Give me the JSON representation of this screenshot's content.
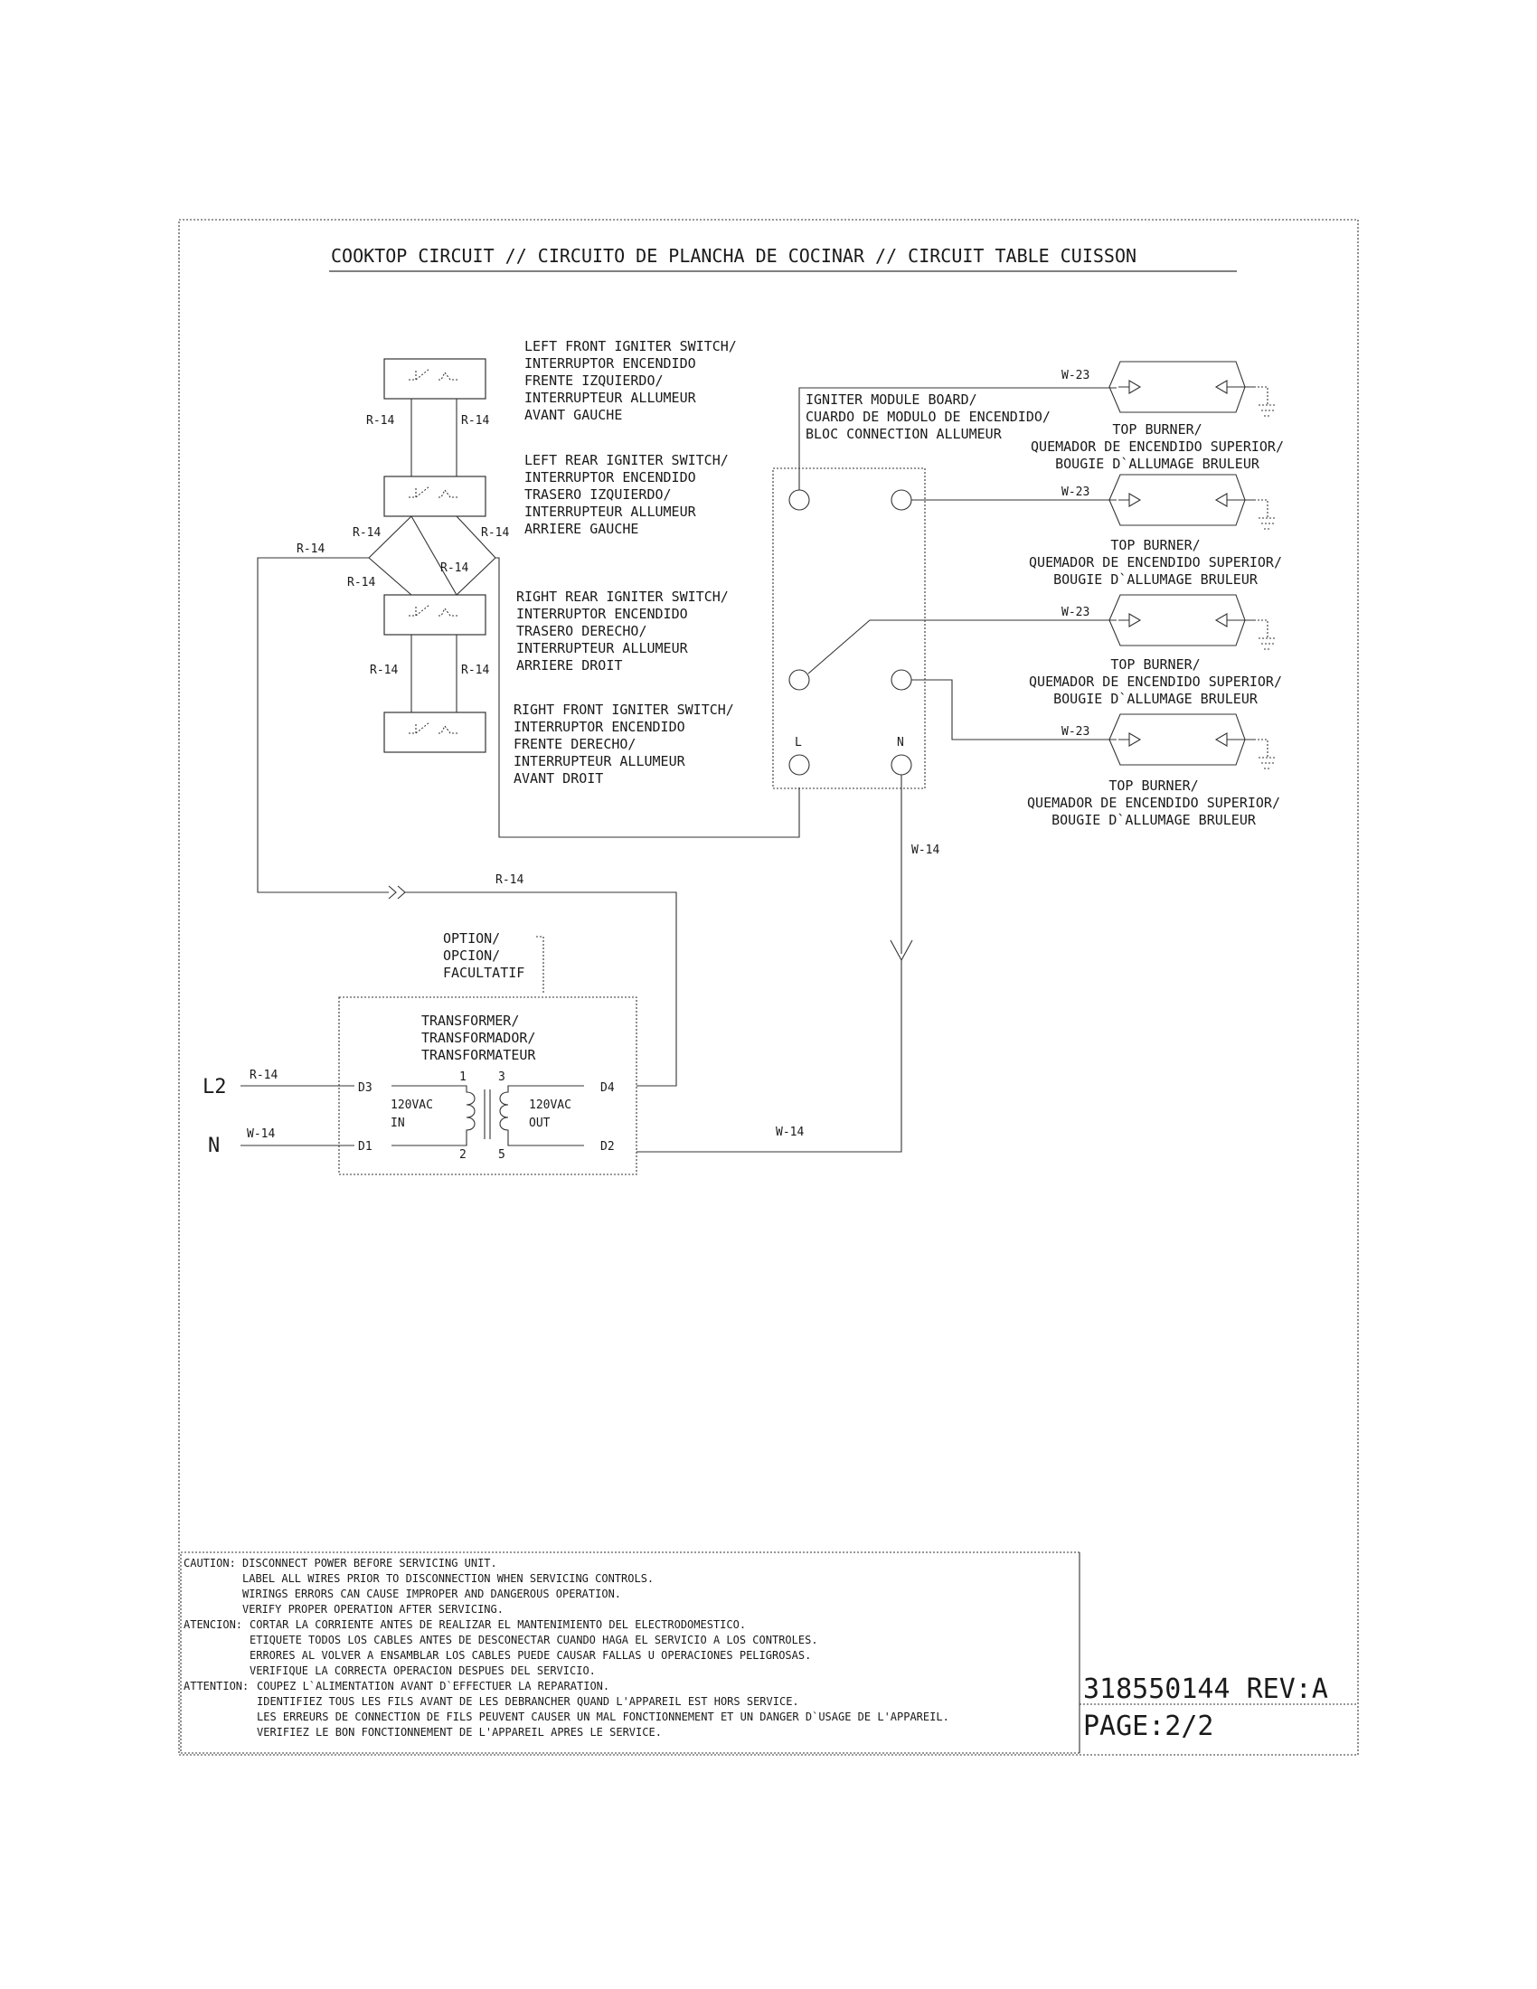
{
  "title": "COOKTOP CIRCUIT // CIRCUITO DE PLANCHA DE COCINAR // CIRCUIT TABLE CUISSON",
  "switches": [
    {
      "lines": [
        "LEFT FRONT IGNITER SWITCH/",
        "INTERRUPTOR  ENCENDIDO",
        "FRENTE IZQUIERDO/",
        "INTERRUPTEUR ALLUMEUR",
        "AVANT GAUCHE"
      ]
    },
    {
      "lines": [
        "LEFT REAR IGNITER SWITCH/",
        "INTERRUPTOR ENCENDIDO",
        "TRASERO IZQUIERDO/",
        "INTERRUPTEUR ALLUMEUR",
        "ARRIERE GAUCHE"
      ]
    },
    {
      "lines": [
        "RIGHT REAR IGNITER SWITCH/",
        "INTERRUPTOR ENCENDIDO",
        "TRASERO DERECHO/",
        "INTERRUPTEUR ALLUMEUR",
        "ARRIERE DROIT"
      ]
    },
    {
      "lines": [
        "RIGHT FRONT IGNITER SWITCH/",
        "INTERRUPTOR  ENCENDIDO",
        "FRENTE DERECHO/",
        "INTERRUPTEUR ALLUMEUR",
        "AVANT DROIT"
      ]
    }
  ],
  "module": {
    "lines": [
      "IGNITER MODULE BOARD/",
      "CUARDO DE MODULO DE ENCENDIDO/",
      "BLOC CONNECTION ALLUMEUR"
    ],
    "terminal_l": "L",
    "terminal_n": "N"
  },
  "burner": {
    "lines": [
      "TOP BURNER/",
      "QUEMADOR DE ENCENDIDO SUPERIOR/",
      "BOUGIE D`ALLUMAGE BRULEUR"
    ],
    "count": 4
  },
  "wires": {
    "r14": "R-14",
    "w14": "W-14",
    "w23": "W-23"
  },
  "option": {
    "lines": [
      "OPTION/",
      "OPCION/",
      "FACULTATIF"
    ]
  },
  "transformer": {
    "lines": [
      "TRANSFORMER/",
      "TRANSFORMADOR/",
      "TRANSFORMATEUR"
    ],
    "pin1": "1",
    "pin2": "2",
    "pin3": "3",
    "pin5": "5",
    "in_lines": [
      "120VAC",
      "IN"
    ],
    "out_lines": [
      "120VAC",
      "OUT"
    ],
    "d1": "D1",
    "d2": "D2",
    "d3": "D3",
    "d4": "D4"
  },
  "supply": {
    "l2": "L2",
    "n": "N"
  },
  "notes": {
    "caution_head": "CAUTION:",
    "caution": [
      "DISCONNECT POWER BEFORE SERVICING UNIT.",
      "LABEL ALL WIRES PRIOR TO DISCONNECTION WHEN SERVICING CONTROLS.",
      "WIRINGS ERRORS CAN CAUSE IMPROPER AND DANGEROUS OPERATION.",
      "VERIFY PROPER OPERATION AFTER SERVICING."
    ],
    "atencion_head": "ATENCION:",
    "atencion": [
      "CORTAR LA CORRIENTE ANTES DE REALIZAR EL MANTENIMIENTO DEL ELECTRODOMESTICO.",
      "ETIQUETE TODOS LOS CABLES ANTES DE DESCONECTAR CUANDO HAGA EL SERVICIO A LOS CONTROLES.",
      "ERRORES AL VOLVER A ENSAMBLAR LOS CABLES PUEDE CAUSAR FALLAS U OPERACIONES PELIGROSAS.",
      "VERIFIQUE LA CORRECTA OPERACION DESPUES DEL SERVICIO."
    ],
    "attention_head": "ATTENTION:",
    "attention": [
      "COUPEZ L`ALIMENTATION AVANT D`EFFECTUER LA REPARATION.",
      "IDENTIFIEZ TOUS LES FILS AVANT DE LES DEBRANCHER QUAND L'APPAREIL EST HORS SERVICE.",
      "LES ERREURS DE CONNECTION DE FILS PEUVENT CAUSER UN MAL FONCTIONNEMENT ET UN DANGER D`USAGE DE L'APPAREIL.",
      "VERIFIEZ LE BON FONCTIONNEMENT DE L'APPAREIL APRES LE SERVICE."
    ]
  },
  "doc": {
    "part": "318550144 REV:A",
    "page": "PAGE:2/2"
  }
}
